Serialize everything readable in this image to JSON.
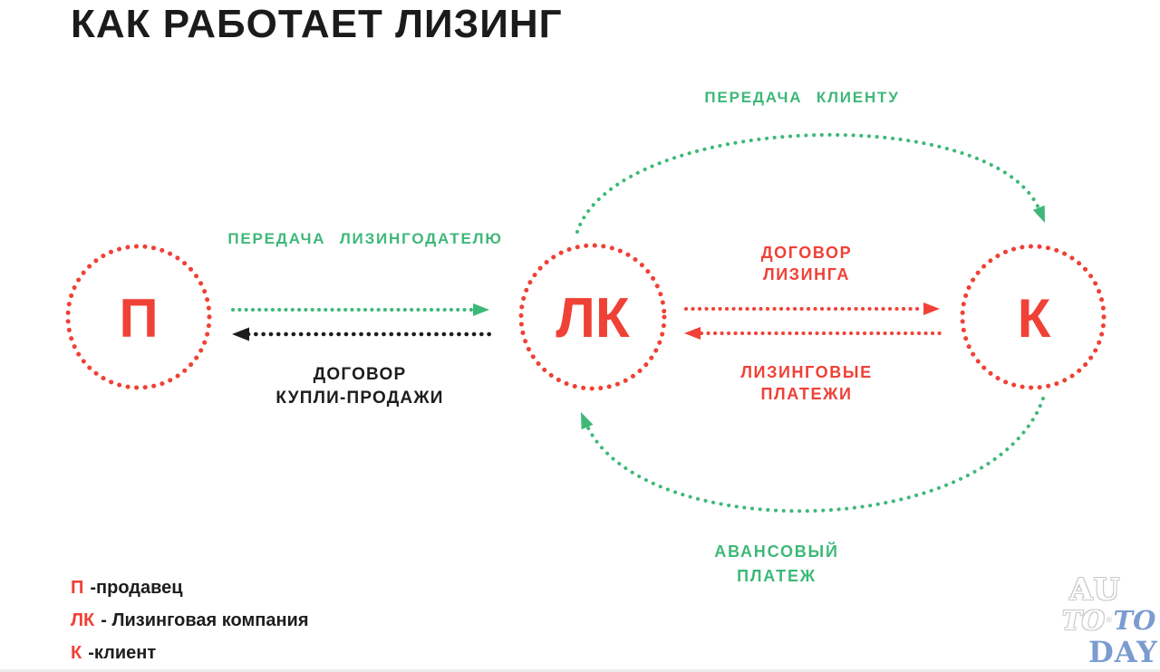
{
  "title": "КАК РАБОТАЕТ ЛИЗИНГ",
  "colors": {
    "red": "#ef4136",
    "green": "#3eb878",
    "black": "#1d1d1d",
    "watermark_blue": "#7b9cd0"
  },
  "nodes": {
    "seller": {
      "label": "П"
    },
    "lessor": {
      "label": "ЛК"
    },
    "client": {
      "label": "К"
    }
  },
  "edges": {
    "transfer_to_lessor": {
      "label": "ПЕРЕДАЧА ЛИЗИНГОДАТЕЛЮ"
    },
    "purchase_agreement": {
      "line1": "ДОГОВОР",
      "line2": "КУПЛИ-ПРОДАЖИ"
    },
    "transfer_to_client": {
      "label": "ПЕРЕДАЧА КЛИЕНТУ"
    },
    "leasing_agreement": {
      "line1": "ДОГОВОР",
      "line2": "ЛИЗИНГА"
    },
    "leasing_payments": {
      "line1": "ЛИЗИНГОВЫЕ",
      "line2": "ПЛАТЕЖИ"
    },
    "advance_payment": {
      "line1": "АВАНСОВЫЙ",
      "line2": "ПЛАТЕЖ"
    }
  },
  "legend": {
    "items": [
      {
        "term": "П",
        "definition": "-продавец"
      },
      {
        "term": "ЛК",
        "definition": "- Лизинговая компания"
      },
      {
        "term": "К",
        "definition": "-клиент"
      }
    ]
  },
  "watermark": {
    "line1": "AU",
    "line2_first": "TO",
    "line2_sep": "◦",
    "line2_second": "TO",
    "line3": "DAY"
  }
}
